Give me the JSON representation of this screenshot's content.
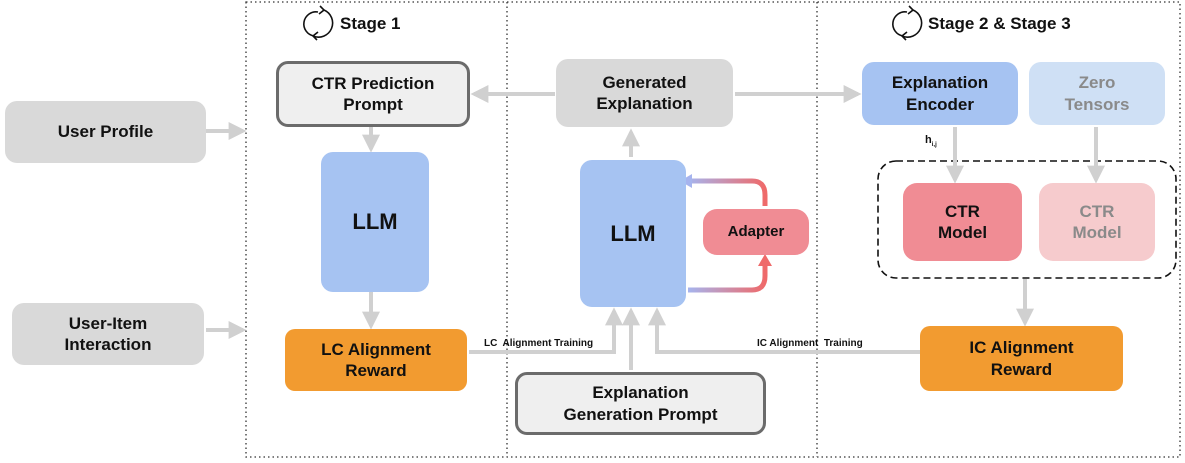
{
  "stages": {
    "stage1": "Stage 1",
    "stage23": "Stage 2 & Stage 3"
  },
  "inputs": {
    "user_profile": "User Profile",
    "user_item_interaction": "User-Item Interaction"
  },
  "stage1": {
    "ctr_prompt": "CTR Prediction Prompt",
    "llm": "LLM",
    "lc_reward": "LC Alignment Reward"
  },
  "middle": {
    "generated_explanation": "Generated Explanation",
    "llm": "LLM",
    "adapter": "Adapter",
    "explanation_prompt": "Explanation Generation Prompt"
  },
  "stage23": {
    "explanation_encoder": "Explanation Encoder",
    "zero_tensors": "Zero Tensors",
    "h_label": "h",
    "h_subscript": "i,j",
    "ctr_model": "CTR Model",
    "ctr_model_zero": "CTR Model",
    "ic_reward": "IC Alignment Reward"
  },
  "edge_labels": {
    "lc_training": "LC  Alignment Training",
    "ic_training": "IC Alignment  Training"
  },
  "colors": {
    "gray_box": "#d9d9d9",
    "blue_box": "#a6c3f2",
    "orange_box": "#f29b30",
    "red_box": "#f08c94",
    "arrow": "#d0d0d0"
  },
  "icons": [
    "cycle-icon"
  ]
}
